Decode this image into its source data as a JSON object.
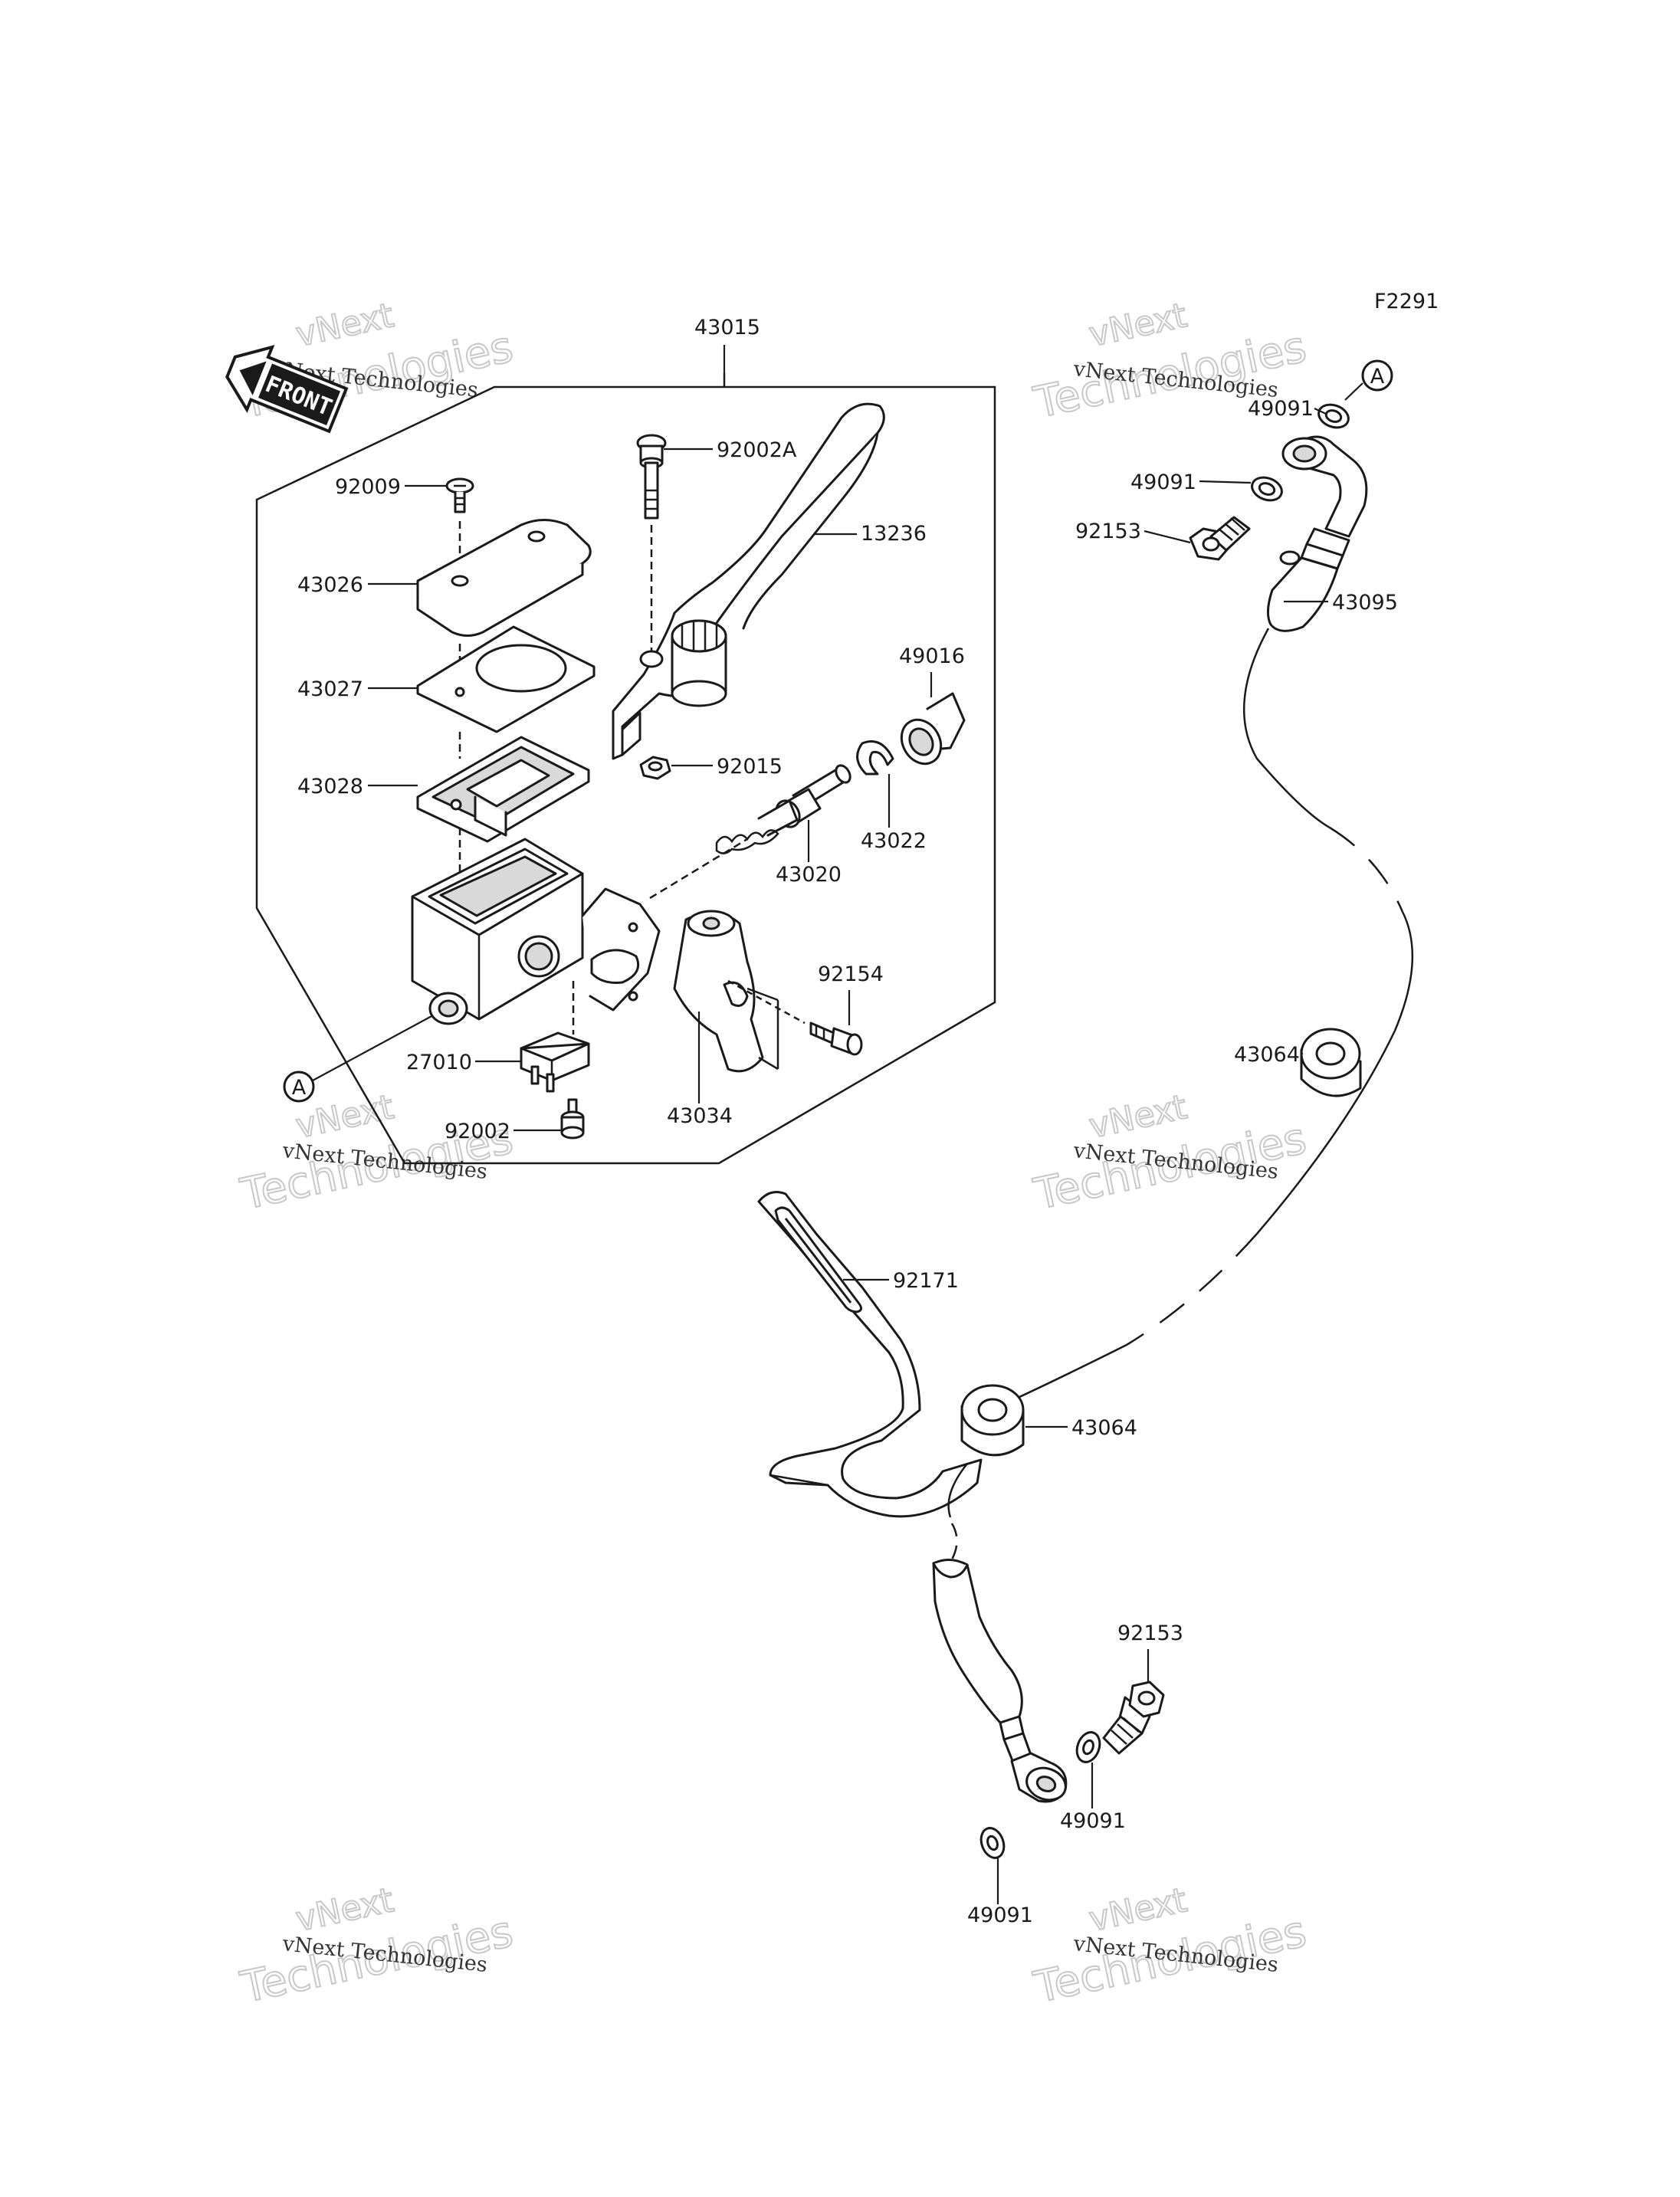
{
  "figure_code": "F2291",
  "front_badge": "FRONT",
  "ref_marker": "A",
  "part_numbers": {
    "assembly": "43015",
    "lever_pivot_bolt": "92002A",
    "lever": "13236",
    "cap_screw": "92009",
    "reservoir_cap": "43026",
    "diaphragm_plate": "43027",
    "diaphragm": "43028",
    "dust_boot": "49016",
    "lever_nut": "92015",
    "circlip": "43022",
    "piston_set": "43020",
    "clamp_bolt": "92154",
    "switch": "27010",
    "switch_screw": "92002",
    "holder_clamp": "43034",
    "washer_top": "49091",
    "washer_upper_2": "49091",
    "banjo_bolt_upper": "92153",
    "brake_hose": "43095",
    "grommet_upper": "43064",
    "hose_bracket": "92171",
    "grommet_lower": "43064",
    "banjo_bolt_lower": "92153",
    "washer_lower_right": "49091",
    "washer_lower_left": "49091"
  },
  "watermark": {
    "company": "vNext Technologies",
    "word1": "vNext",
    "word2": "Technologies"
  }
}
